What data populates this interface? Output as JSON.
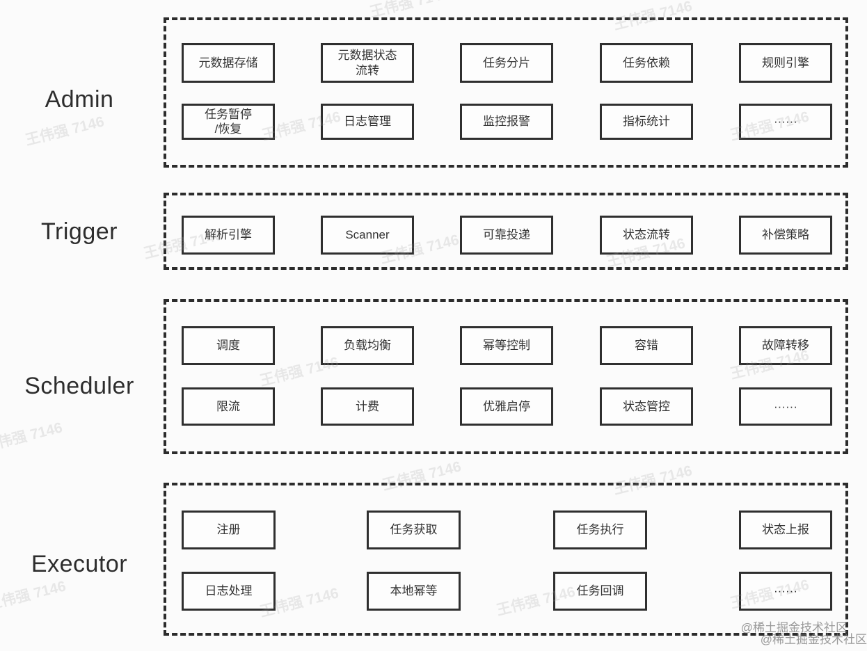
{
  "sections": [
    {
      "label": "Admin",
      "boxes": [
        "元数据存储",
        "元数据状态\n流转",
        "任务分片",
        "任务依赖",
        "规则引擎",
        "任务暂停\n/恢复",
        "日志管理",
        "监控报警",
        "指标统计",
        "······"
      ]
    },
    {
      "label": "Trigger",
      "boxes": [
        "解析引擎",
        "Scanner",
        "可靠投递",
        "状态流转",
        "补偿策略"
      ]
    },
    {
      "label": "Scheduler",
      "boxes": [
        "调度",
        "负载均衡",
        "幂等控制",
        "容错",
        "故障转移",
        "限流",
        "计费",
        "优雅启停",
        "状态管控",
        "······"
      ]
    },
    {
      "label": "Executor",
      "boxes": [
        "注册",
        "任务获取",
        "任务执行",
        "状态上报",
        "日志处理",
        "本地幂等",
        "任务回调",
        "······"
      ]
    }
  ],
  "watermark": {
    "author": "王伟强 7146",
    "community_line1": "@稀土掘金技术社区",
    "community_line2": "@稀土掘金技术社区"
  },
  "colors": {
    "dashed_border": "#2c2c2c",
    "box_border": "#2f2f2f",
    "text": "#333333",
    "background": "#fbfbfb"
  }
}
